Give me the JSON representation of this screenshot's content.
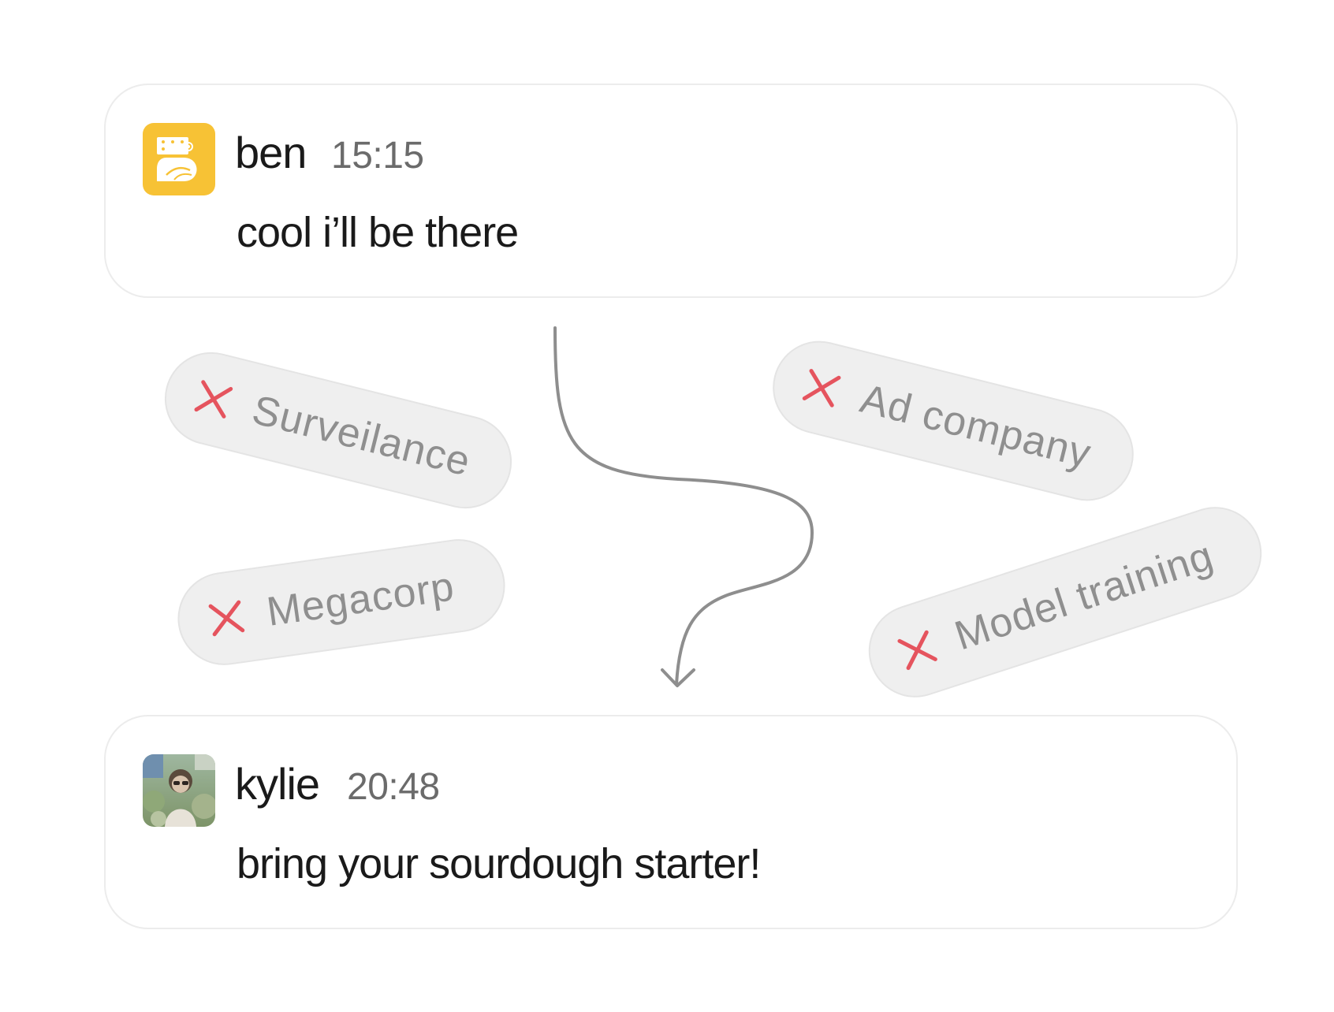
{
  "messages": [
    {
      "name": "ben",
      "time": "15:15",
      "text": "cool i’ll be there",
      "avatar": "ben-logo-avatar",
      "avatar_color": "#F7C235"
    },
    {
      "name": "kylie",
      "time": "20:48",
      "text": "bring your sourdough starter!",
      "avatar": "kylie-photo-avatar"
    }
  ],
  "blocked": {
    "icon": "x-icon",
    "icon_color": "#E5545E",
    "items": [
      {
        "label": "Surveilance"
      },
      {
        "label": "Megacorp"
      },
      {
        "label": "Ad company"
      },
      {
        "label": "Model training"
      }
    ]
  },
  "flow_arrow": {
    "icon": "curved-arrow-down",
    "color": "#8e8e8e"
  }
}
